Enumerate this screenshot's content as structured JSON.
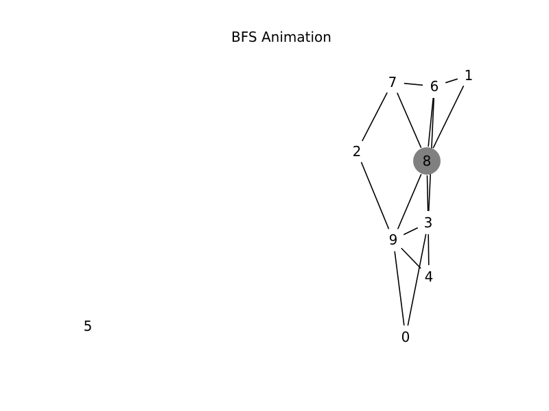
{
  "title": "BFS Animation",
  "colors": {
    "background": "#ffffff",
    "edge": "#000000",
    "label": "#000000",
    "visited_node": "#808080"
  },
  "graph": {
    "highlighted_node": "8",
    "nodes": [
      {
        "id": "0"
      },
      {
        "id": "1"
      },
      {
        "id": "2"
      },
      {
        "id": "3"
      },
      {
        "id": "4"
      },
      {
        "id": "5"
      },
      {
        "id": "6"
      },
      {
        "id": "7"
      },
      {
        "id": "8"
      },
      {
        "id": "9"
      }
    ],
    "edges": [
      [
        "7",
        "6"
      ],
      [
        "6",
        "1"
      ],
      [
        "7",
        "2"
      ],
      [
        "7",
        "8"
      ],
      [
        "6",
        "8"
      ],
      [
        "1",
        "8"
      ],
      [
        "2",
        "9"
      ],
      [
        "8",
        "9"
      ],
      [
        "8",
        "3"
      ],
      [
        "6",
        "3"
      ],
      [
        "9",
        "3"
      ],
      [
        "9",
        "4"
      ],
      [
        "9",
        "0"
      ],
      [
        "3",
        "4"
      ],
      [
        "3",
        "0"
      ]
    ]
  }
}
